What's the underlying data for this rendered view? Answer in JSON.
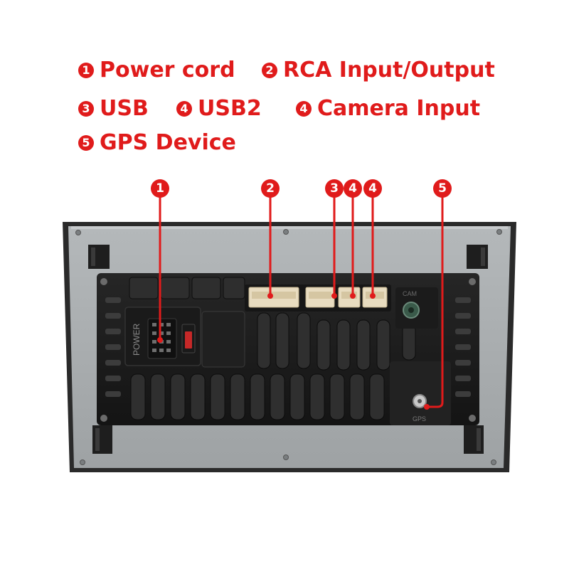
{
  "legend": [
    {
      "num": "1",
      "label": "Power cord"
    },
    {
      "num": "2",
      "label": "RCA Input/Output"
    },
    {
      "num": "3",
      "label": "USB"
    },
    {
      "num": "4",
      "label": "USB2"
    },
    {
      "num": "4",
      "label": "Camera Input"
    },
    {
      "num": "5",
      "label": "GPS Device"
    }
  ],
  "callouts": [
    "1",
    "2",
    "3",
    "4",
    "4",
    "5"
  ],
  "unit_labels": {
    "power": "POWER",
    "gps": "GPS",
    "cam": "CAM"
  },
  "colors": {
    "accent": "#e01b1b",
    "panel": "#a9adaf",
    "housing": "#1c1c1c",
    "connector": "#e8dcc0"
  }
}
